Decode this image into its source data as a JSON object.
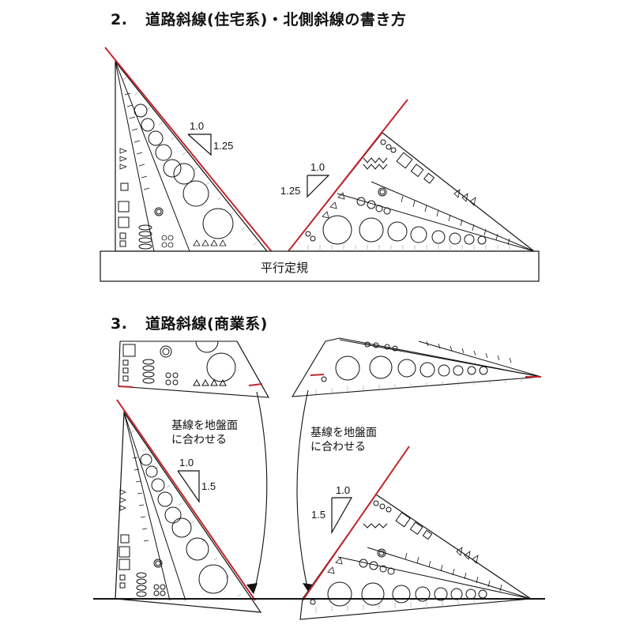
{
  "section2": {
    "number": "2.",
    "title": "道路斜線(住宅系)・北側斜線の書き方",
    "left_triangle": {
      "ratio_top": "1.0",
      "ratio_side": "1.25"
    },
    "right_triangle": {
      "ratio_top": "1.0",
      "ratio_side": "1.25"
    },
    "ruler_label": "平行定規"
  },
  "section3": {
    "number": "3.",
    "title": "道路斜線(商業系)",
    "left_note": "基線を地盤面\nに合わせる",
    "left_note_line1": "基線を地盤面",
    "left_note_line2": "に合わせる",
    "right_note_line1": "基線を地盤面",
    "right_note_line2": "に合わせる",
    "left_triangle": {
      "ratio_top": "1.0",
      "ratio_side": "1.5"
    },
    "right_triangle": {
      "ratio_top": "1.0",
      "ratio_side": "1.5"
    }
  },
  "colors": {
    "slope_line": "#c0272d",
    "outline": "#111111",
    "background": "#ffffff"
  }
}
